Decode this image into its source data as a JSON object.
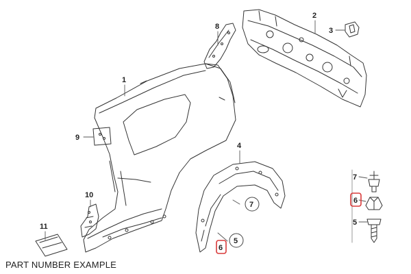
{
  "diagram": {
    "callouts": [
      {
        "id": "1",
        "label": "1"
      },
      {
        "id": "2",
        "label": "2"
      },
      {
        "id": "3",
        "label": "3"
      },
      {
        "id": "4",
        "label": "4"
      },
      {
        "id": "8",
        "label": "8"
      },
      {
        "id": "9",
        "label": "9"
      },
      {
        "id": "10",
        "label": "10"
      },
      {
        "id": "11",
        "label": "11"
      },
      {
        "id": "7a",
        "label": "7"
      },
      {
        "id": "5a",
        "label": "5"
      },
      {
        "id": "6a",
        "label": "6"
      },
      {
        "id": "7b",
        "label": "7"
      },
      {
        "id": "6b",
        "label": "6"
      },
      {
        "id": "5b",
        "label": "5"
      }
    ],
    "highlight_color": "#d93a3a",
    "caption": "PART NUMBER EXAMPLE"
  }
}
